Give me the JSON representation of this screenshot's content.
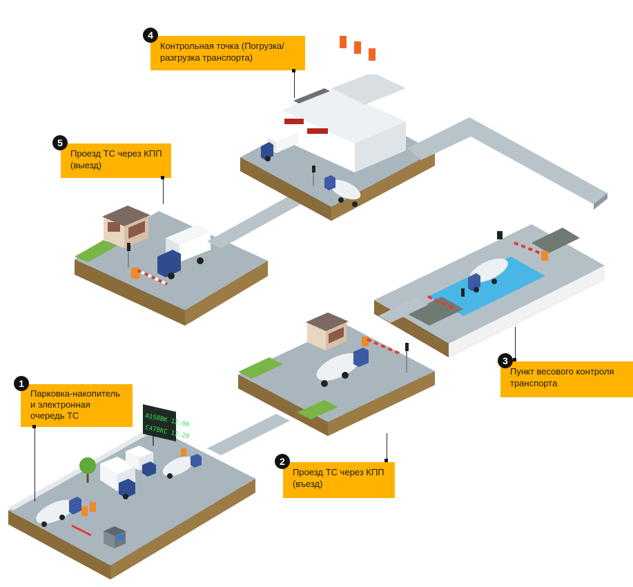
{
  "colors": {
    "callout_bg": "#FFB300",
    "badge_bg": "#111111",
    "ground": "#a9b6bd",
    "road": "#b9c4ca",
    "platform_side": "#8a6b3a",
    "grass": "#7ab547",
    "shadow": "#2e2e2e",
    "scale_area": "#49b6e8",
    "chimney_orange": "#f26522",
    "barrier_red": "#e53935"
  },
  "callouts": [
    {
      "number": "1",
      "lines": [
        "Парковка-накопитель",
        "и электронная",
        "очередь ТС"
      ]
    },
    {
      "number": "2",
      "lines": [
        "Проезд ТС через КПП",
        "(въезд)"
      ]
    },
    {
      "number": "3",
      "lines": [
        "Пункт весового контроля",
        "транспорта"
      ]
    },
    {
      "number": "4",
      "lines": [
        "Контрольная точка (Погрузка/",
        "разгрузка транспорта)"
      ]
    },
    {
      "number": "5",
      "lines": [
        "Проезд ТС через КПП",
        "(выезд)"
      ]
    }
  ],
  "queue_board": {
    "rows": [
      "А158ВК 12:00",
      "С478КС 12:20"
    ]
  },
  "icons": [
    "truck-icon",
    "tanker-truck-icon",
    "barrier-icon",
    "traffic-light-icon",
    "booth-icon",
    "factory-icon",
    "tree-icon",
    "parking-icon"
  ]
}
